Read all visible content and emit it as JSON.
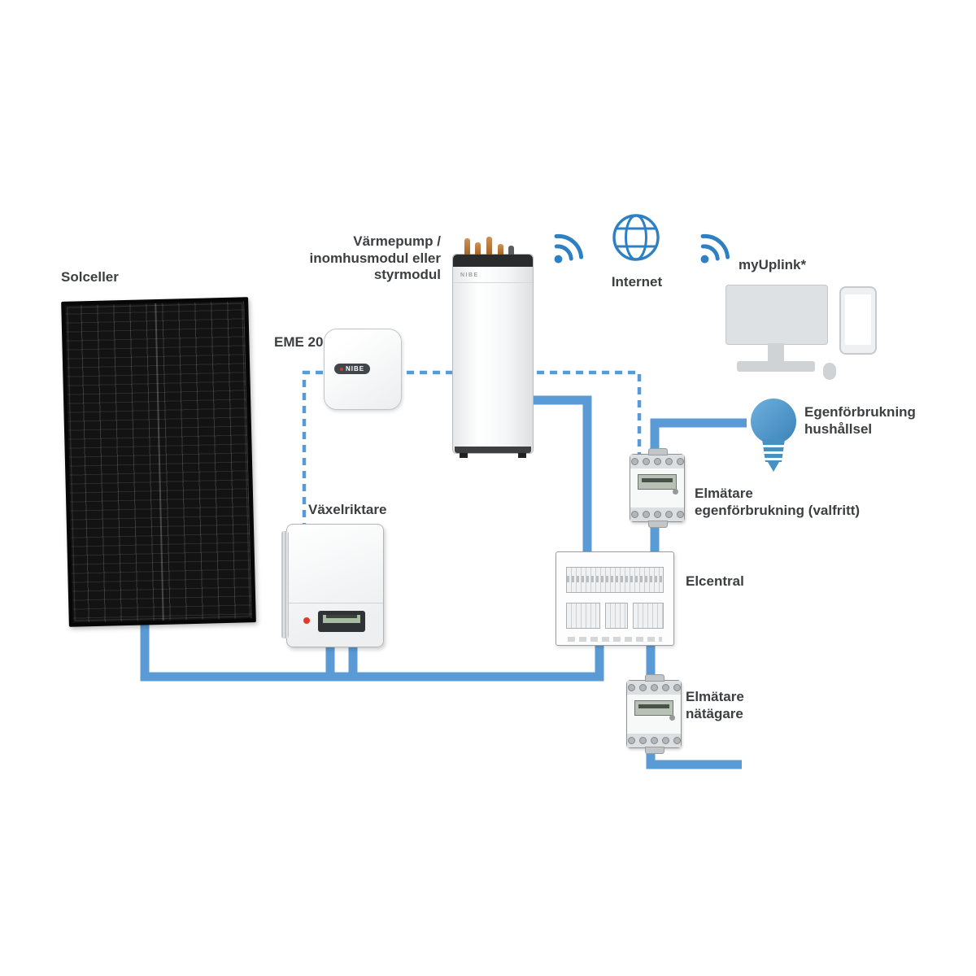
{
  "nodes": {
    "solar_panel": {
      "label": "Solceller"
    },
    "eme20": {
      "label": "EME 20",
      "device_logo": "NIBE"
    },
    "heat_pump": {
      "label_lines": [
        "Värmepump /",
        "inomhusmodul eller",
        "styrmodul"
      ],
      "device_logo": "NIBE"
    },
    "internet": {
      "label": "Internet"
    },
    "myuplink": {
      "label": "myUplink*"
    },
    "household_consumption": {
      "label_lines": [
        "Egenförbrukning",
        "hushållsel"
      ]
    },
    "meter_self_consumption": {
      "label_lines": [
        "Elmätare",
        "egenförbrukning (valfritt)"
      ]
    },
    "distribution_board": {
      "label": "Elcentral"
    },
    "meter_grid_owner": {
      "label_lines": [
        "Elmätare",
        "nätägare"
      ]
    },
    "inverter": {
      "label": "Växelriktare"
    }
  },
  "icons": {
    "internet": "globe-icon",
    "wireless_left": "wifi-signal-icon",
    "wireless_right": "wifi-signal-icon",
    "household": "lightbulb-icon",
    "myuplink_devices": [
      "monitor-icon",
      "smartphone-icon",
      "keyboard-icon",
      "mouse-icon"
    ]
  },
  "colors": {
    "wire_blue": "#5b9bd5",
    "icon_blue": "#2f80c3",
    "label_text": "#3d3e41"
  }
}
